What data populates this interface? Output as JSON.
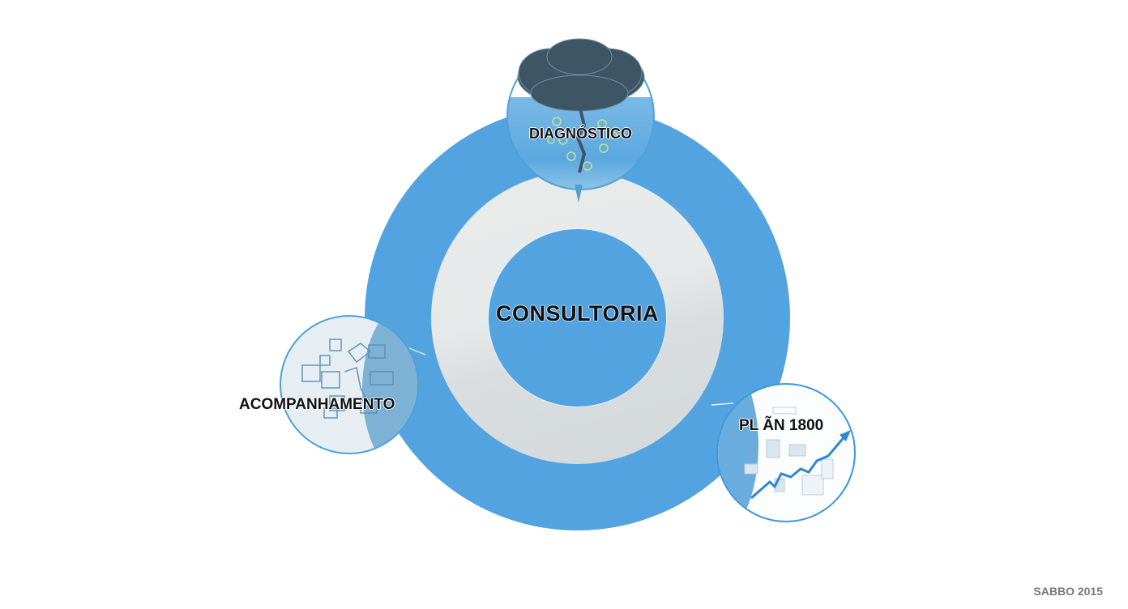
{
  "diagram": {
    "center": {
      "label": "CONSULTORIA"
    },
    "nodes": [
      {
        "id": "diagnostico",
        "label": "DIAGNÓSTICO",
        "icon": "storm-cloud-icon",
        "position": "top"
      },
      {
        "id": "acompanhamento",
        "label": "ACOMPANHAMENTO",
        "icon": "network-boxes-icon",
        "position": "left"
      },
      {
        "id": "plano",
        "label": "PL ÃN 1800",
        "icon": "growth-chart-icon",
        "position": "bottom-right"
      }
    ],
    "footer": {
      "text": "SABBO 2015"
    }
  },
  "colors": {
    "primary_blue": "#52a3df",
    "ring_gray": "#e6e9e9",
    "node_border": "#4fa1d4",
    "cloud_dark": "#3e5566",
    "text_dark": "#111111",
    "footer_gray": "#777777"
  }
}
